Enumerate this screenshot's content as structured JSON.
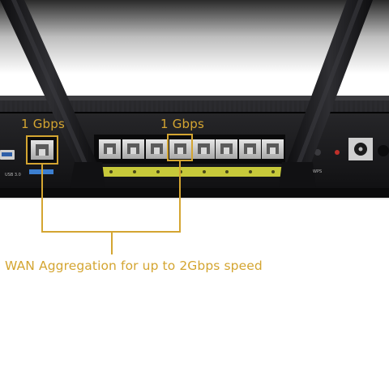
{
  "labels": {
    "wan_speed": "1 Gbps",
    "lan_speed": "1 Gbps",
    "caption": "WAN Aggregation for up to 2Gbps speed"
  },
  "device_text": {
    "usb": "USB 3.0",
    "wps": "WPS"
  },
  "colors": {
    "accent": "#d4a531",
    "router_body": "#1a1a1c",
    "lan_strip": "#c7c93a",
    "wan_strip": "#3c7fd0"
  }
}
